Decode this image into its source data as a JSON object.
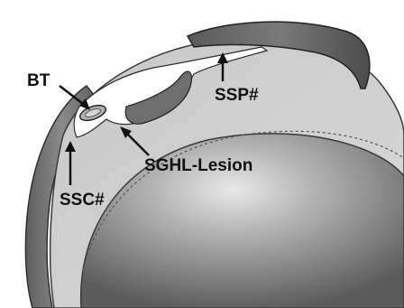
{
  "labels": {
    "bt": "BT",
    "ssp": "SSP#",
    "sghl": "SGHL-Lesion",
    "ssc": "SSC#"
  },
  "colors": {
    "background": "#ffffff",
    "label_text": "#111111"
  }
}
